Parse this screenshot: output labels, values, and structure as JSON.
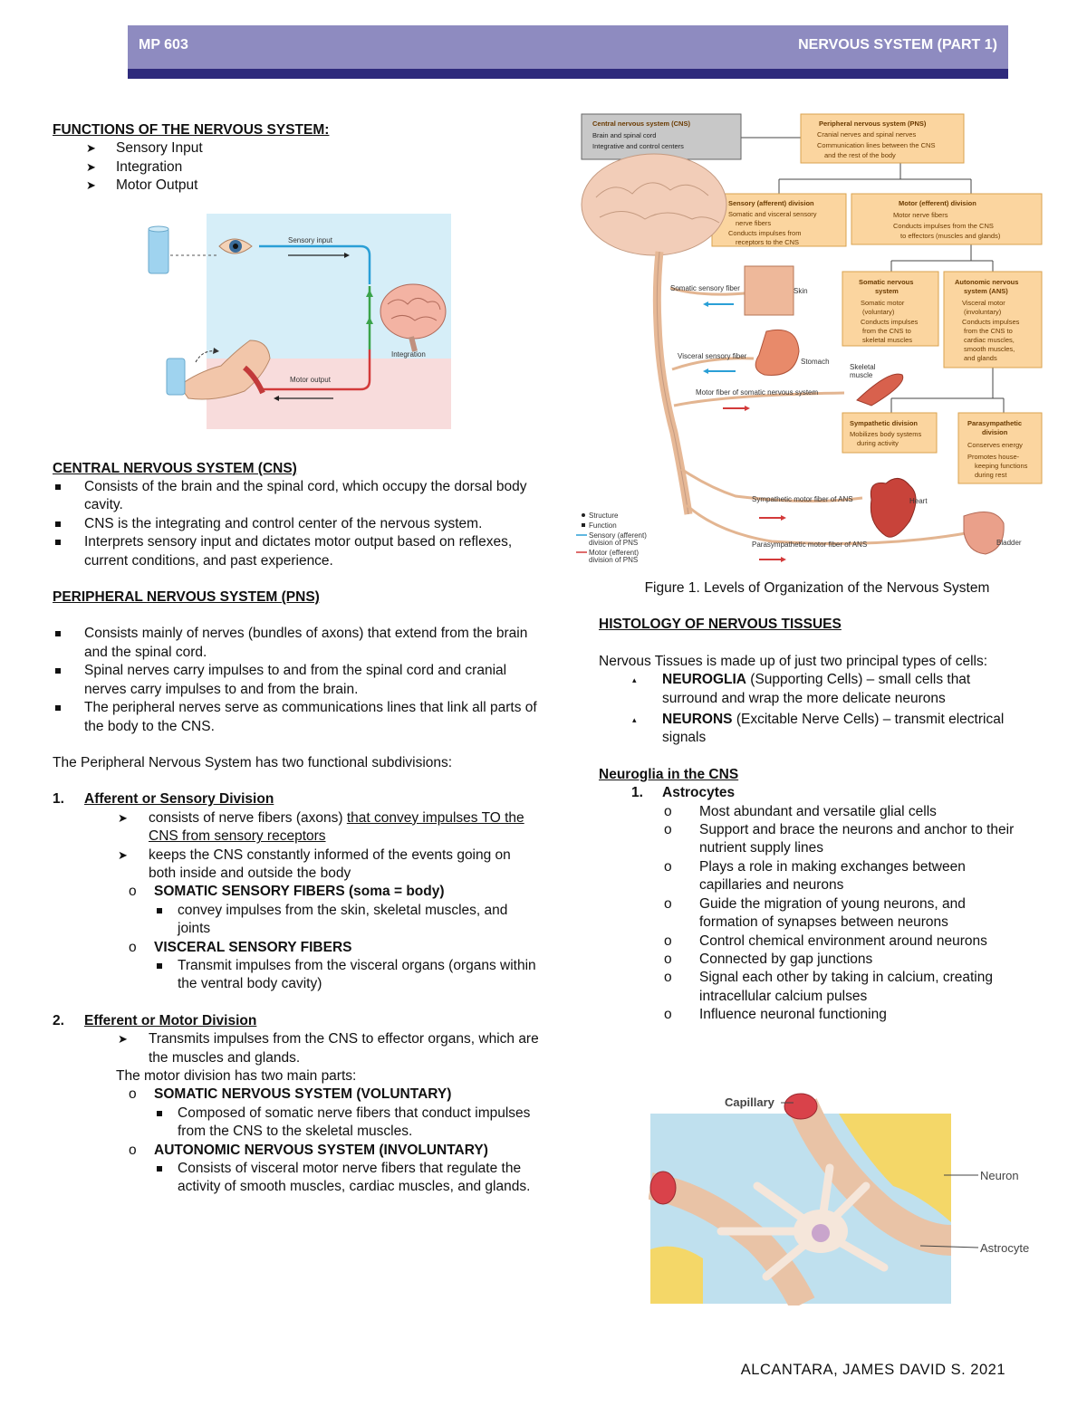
{
  "header": {
    "course": "MP 603",
    "topic": "NERVOUS SYSTEM (PART 1)"
  },
  "functions": {
    "title": "FUNCTIONS OF THE NERVOUS SYSTEM:",
    "items": [
      "Sensory Input",
      "Integration",
      "Motor Output"
    ],
    "figure_labels": {
      "sensory": "Sensory input",
      "integration": "Integration",
      "motor": "Motor output"
    }
  },
  "cns": {
    "title": "CENTRAL NERVOUS SYSTEM (CNS)",
    "items": [
      "Consists of the brain and the spinal cord, which occupy the dorsal body cavity.",
      "CNS is the integrating and control center of the nervous system.",
      "Interprets sensory input and dictates motor output based on reflexes, current conditions, and past experience."
    ]
  },
  "pns": {
    "title": "PERIPHERAL NERVOUS SYSTEM (PNS)",
    "items": [
      "Consists mainly of nerves (bundles of axons) that extend from the brain and the spinal cord.",
      "Spinal nerves carry impulses to and from the spinal cord and cranial nerves carry impulses to and from the brain.",
      "The peripheral nerves serve as communications lines that link all parts of the body to the CNS."
    ],
    "subdivisions_intro": "The Peripheral Nervous System has two functional subdivisions:",
    "afferent": {
      "num": "1.",
      "title": "Afferent or Sensory Division",
      "item1_pre": "consists of nerve fibers (axons) ",
      "item1_u": "that convey impulses TO the CNS from sensory receptors",
      "item2": "keeps the CNS constantly informed of the events going on both inside and outside the body",
      "somatic_title": "SOMATIC SENSORY FIBERS (soma = body)",
      "somatic_item": "convey impulses from the skin, skeletal muscles, and joints",
      "visceral_title": "VISCERAL SENSORY FIBERS",
      "visceral_item": "Transmit impulses from the visceral organs (organs within the ventral body cavity)"
    },
    "efferent": {
      "num": "2.",
      "title": "Efferent or Motor Division",
      "item1": "Transmits impulses from the CNS to effector organs, which are the muscles and glands.",
      "parts_intro": "The motor division has two main parts:",
      "somatic_title": "SOMATIC NERVOUS SYSTEM (VOLUNTARY)",
      "somatic_item": "Composed of somatic nerve fibers that conduct impulses from the CNS to the skeletal muscles.",
      "autonomic_title": "AUTONOMIC NERVOUS SYSTEM (INVOLUNTARY)",
      "autonomic_item": "Consists of visceral motor nerve fibers that regulate the activity of smooth muscles, cardiac muscles, and glands."
    }
  },
  "figure1": {
    "caption": "Figure 1. Levels of Organization of the Nervous System",
    "boxes": {
      "cns": {
        "title": "Central nervous system (CNS)",
        "l1": "Brain and spinal cord",
        "l2": "Integrative and control centers"
      },
      "pns": {
        "title": "Peripheral nervous system (PNS)",
        "l1": "Cranial nerves and spinal nerves",
        "l2": "Communication lines between the CNS",
        "l3": "and the rest of the body"
      },
      "sensory": {
        "title": "Sensory (afferent) division",
        "l1": "Somatic and visceral sensory",
        "l2": "nerve fibers",
        "l3": "Conducts impulses from",
        "l4": "receptors to the CNS"
      },
      "motor": {
        "title": "Motor (efferent) division",
        "l1": "Motor nerve fibers",
        "l2": "Conducts impulses from the CNS",
        "l3": "to effectors (muscles and glands)"
      },
      "somatic": {
        "title": "Somatic nervous",
        "title2": "system",
        "l1": "Somatic motor",
        "l2": "(voluntary)",
        "l3": "Conducts impulses",
        "l4": "from the CNS to",
        "l5": "skeletal muscles"
      },
      "ans": {
        "title": "Autonomic nervous",
        "title2": "system (ANS)",
        "l1": "Visceral motor",
        "l2": "(involuntary)",
        "l3": "Conducts impulses",
        "l4": "from the CNS to",
        "l5": "cardiac muscles,",
        "l6": "smooth muscles,",
        "l7": "and glands"
      },
      "symp": {
        "title": "Sympathetic division",
        "l1": "Mobilizes body systems",
        "l2": "during activity"
      },
      "para": {
        "title": "Parasympathetic",
        "title2": "division",
        "l1": "Conserves energy",
        "l2": "Promotes house-",
        "l3": "keeping functions",
        "l4": "during rest"
      }
    },
    "labels": {
      "somatic_fiber": "Somatic sensory fiber",
      "skin": "Skin",
      "visceral_fiber": "Visceral sensory fiber",
      "stomach": "Stomach",
      "skeletal": "Skeletal",
      "muscle": "muscle",
      "motor_fiber": "Motor fiber of somatic nervous system",
      "symp_fiber": "Sympathetic motor fiber of ANS",
      "heart": "Heart",
      "para_fiber": "Parasympathetic motor fiber of ANS",
      "bladder": "Bladder"
    },
    "legend": {
      "structure": "Structure",
      "function": "Function",
      "sensory1": "Sensory (afferent)",
      "sensory2": "division of PNS",
      "motor1": "Motor (efferent)",
      "motor2": "division of PNS"
    }
  },
  "histology": {
    "title": "HISTOLOGY OF NERVOUS TISSUES",
    "intro": "Nervous Tissues is made up of just two principal types of cells:",
    "neuroglia_term": "NEUROGLIA",
    "neuroglia_rest": " (Supporting Cells) – small cells that surround and wrap the more delicate neurons",
    "neurons_term": "NEURONS",
    "neurons_rest": " (Excitable Nerve Cells) – transmit electrical signals"
  },
  "neuroglia_cns": {
    "title": "Neuroglia in the CNS",
    "num": "1.",
    "astro_title": "Astrocytes",
    "items": [
      "Most abundant and versatile glial cells",
      "Support and brace the neurons and anchor to their nutrient supply lines",
      "Plays a role in making exchanges between capillaries and neurons",
      "Guide the migration of young neurons, and formation of synapses between neurons",
      "Control chemical environment around neurons",
      "Connected by gap junctions",
      "Signal each other by taking in calcium, creating intracellular calcium pulses",
      "Influence neuronal functioning"
    ],
    "figure_labels": {
      "capillary": "Capillary",
      "neuron": "Neuron",
      "astrocyte": "Astrocyte"
    }
  },
  "footer": "ALCANTARA, JAMES DAVID S. 2021"
}
